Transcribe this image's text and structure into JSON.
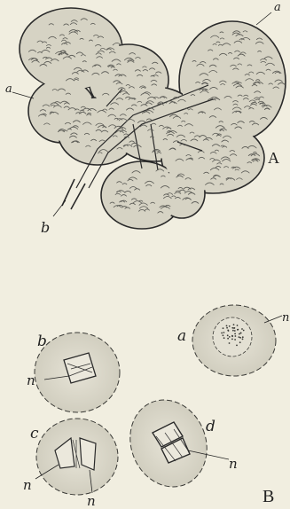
{
  "figure": {
    "panel_a": {
      "panel_label": "A",
      "labels": {
        "alveolus_top": "a",
        "alveolus_left": "a",
        "duct": "b"
      }
    },
    "panel_b": {
      "panel_label": "B",
      "cells": {
        "a": {
          "label": "a",
          "pointer": "n"
        },
        "b": {
          "label": "b",
          "pointer": "n"
        },
        "c": {
          "label": "c",
          "pointer_left": "n",
          "pointer_bottom": "n"
        },
        "d": {
          "label": "d",
          "pointer": "n"
        }
      }
    },
    "colors": {
      "ink": "#222222",
      "tissue": "#d6d3c4",
      "paper": "#f1eee0"
    }
  }
}
